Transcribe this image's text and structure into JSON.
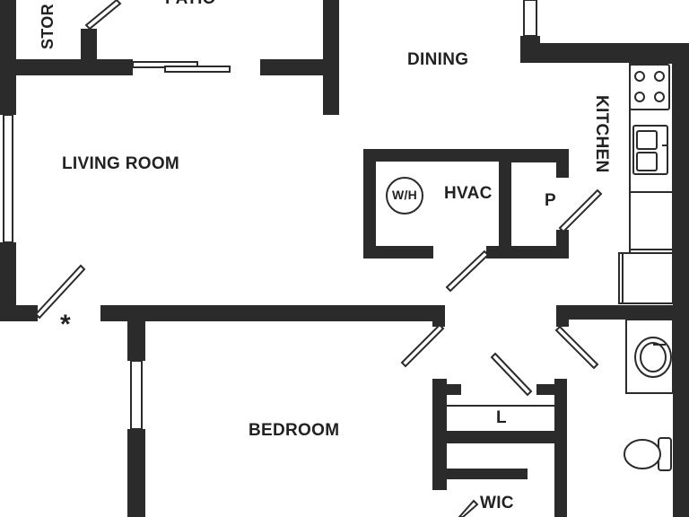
{
  "floor_plan": {
    "rooms": {
      "storage": "STOR",
      "patio": "PATIO",
      "dining": "DINING",
      "kitchen": "KITCHEN",
      "living_room": "LIVING ROOM",
      "hvac": "HVAC",
      "water_heater": "W/H",
      "pantry": "P",
      "bedroom": "BEDROOM",
      "linen": "L",
      "walk_in_closet": "WIC"
    },
    "symbols": {
      "smoke_detector": "*"
    },
    "colors": {
      "wall": "#2b2b2b",
      "label": "#222222",
      "background": "#ffffff",
      "fixture_stroke": "#2b2b2b"
    }
  }
}
